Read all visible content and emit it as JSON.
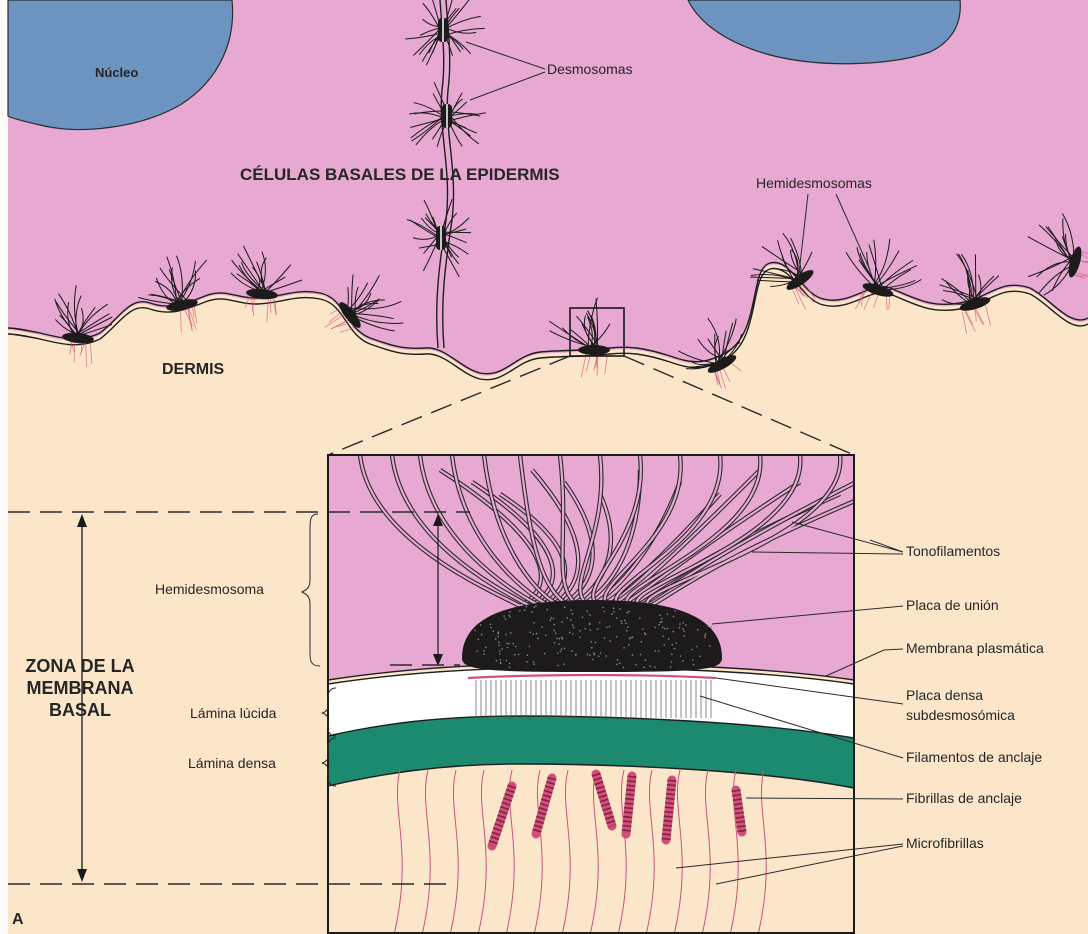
{
  "colors": {
    "epidermis": "#e7a8d2",
    "dermis": "#fbe6c9",
    "nucleus": "#6d93c0",
    "plaque": "#1d1a1c",
    "lamina_densa": "#1c8a6e",
    "lamina_lucida": "#ffffff",
    "fibrils": "#d0507a"
  },
  "top_panel": {
    "nucleus_label": "Núcleo",
    "desmosomes_label": "Desmosomas",
    "basal_cells_title": "CÉLULAS BASALES DE LA EPIDERMIS",
    "hemidesmosomes_label": "Hemidesmosomas",
    "dermis_label": "DERMIS"
  },
  "detail_panel": {
    "right_labels": [
      "Tonofilamentos",
      "Placa de unión",
      "Membrana plasmática",
      "Placa densa",
      "subdesmosómica",
      "Filamentos de anclaje",
      "Fibrillas de anclaje",
      "Microfibrillas"
    ],
    "left_labels": {
      "hemidesmosome": "Hemidesmosoma",
      "lamina_lucida": "Lámina lúcida",
      "lamina_densa": "Lámina densa"
    },
    "zone_title": [
      "ZONA DE LA",
      "MEMBRANA",
      "BASAL"
    ],
    "panel_letter": "A"
  }
}
